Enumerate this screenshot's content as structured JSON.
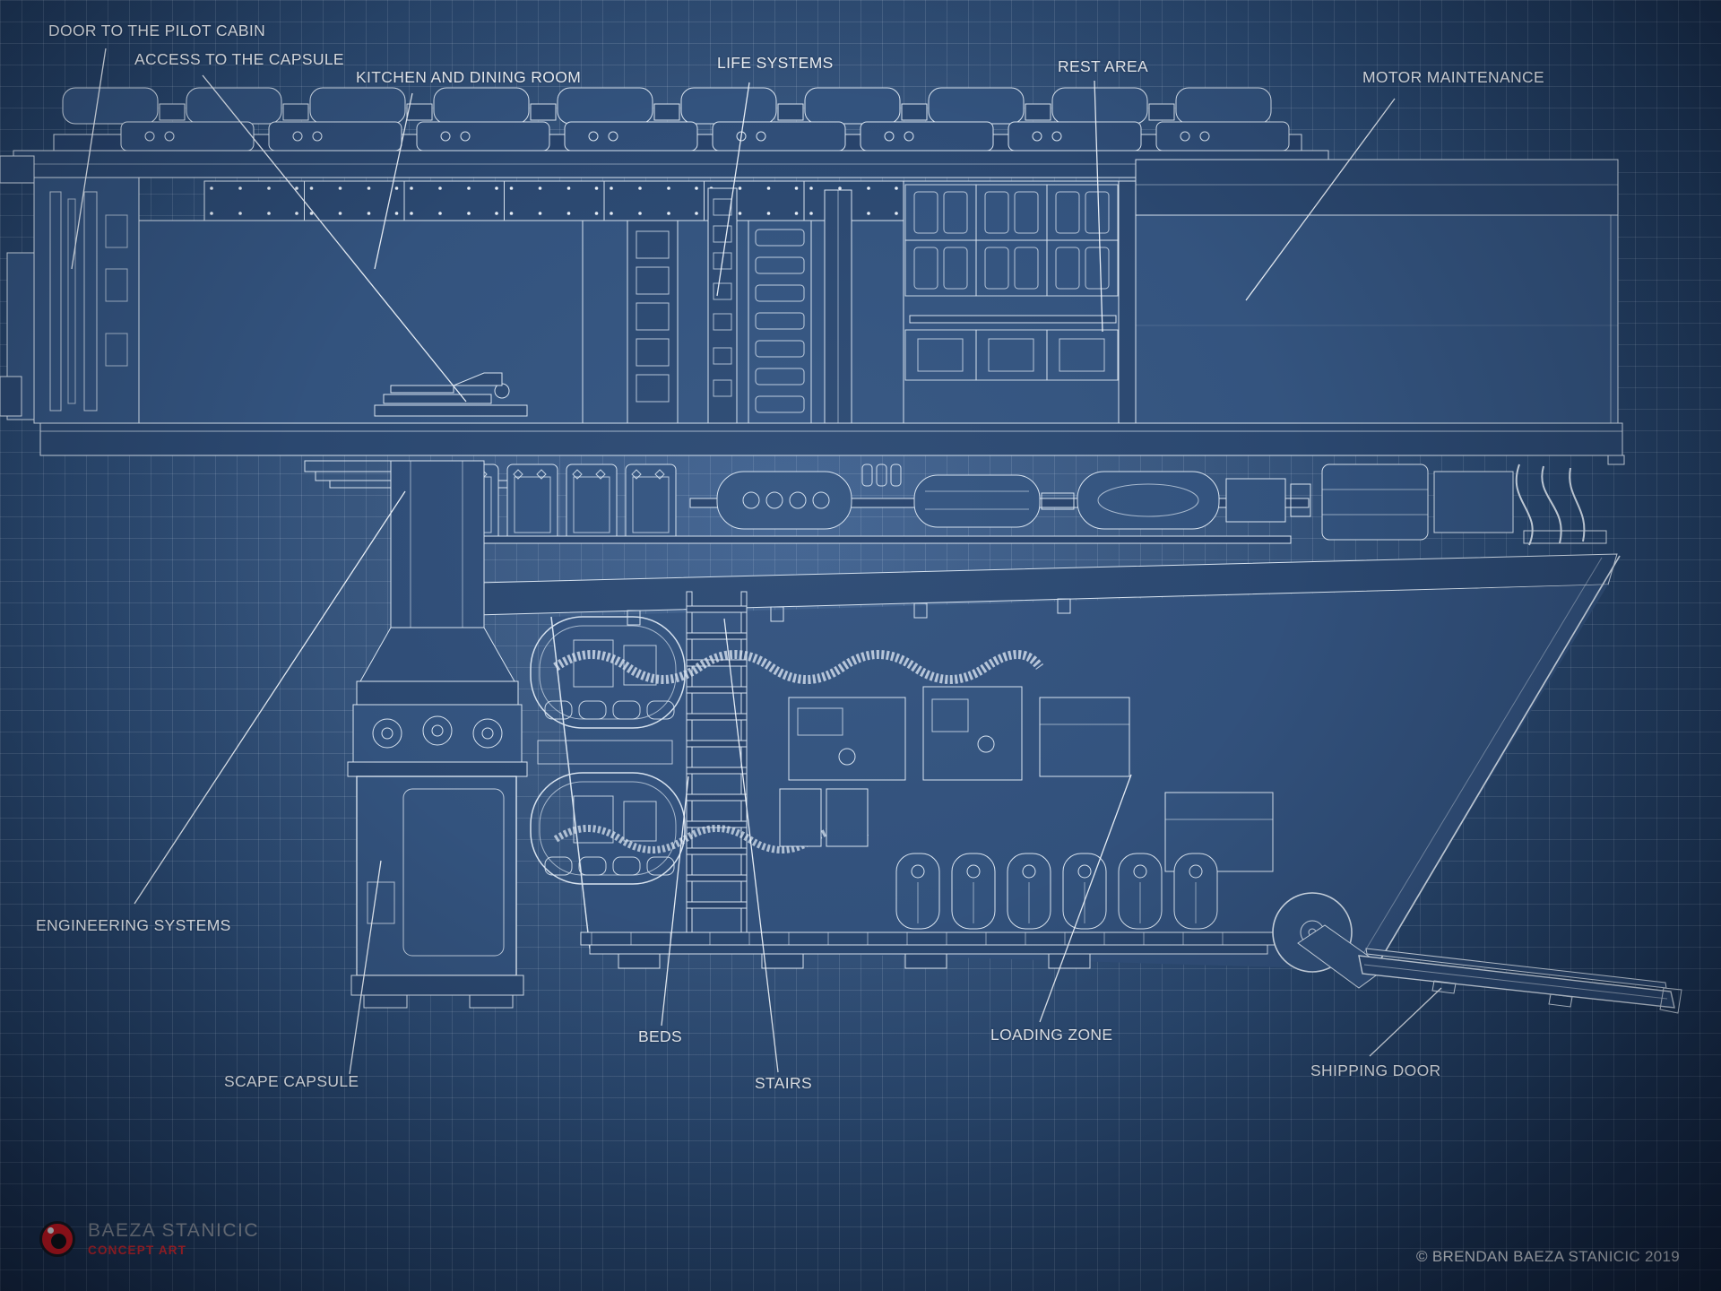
{
  "title": "Spaceship cross-section blueprint concept art",
  "palette": {
    "background_center": "#41628f",
    "background_edge": "#13233d",
    "grid_line": "#cddaeb",
    "line_ink": "#d9e4f0",
    "label_text": "#f0f4f9",
    "logo_red": "#e0151b",
    "brand_gray": "#8a9099"
  },
  "annotations": [
    {
      "id": "door-to-pilot-cabin",
      "text": "DOOR TO THE PILOT CABIN"
    },
    {
      "id": "access-to-the-capsule",
      "text": "ACCESS TO THE CAPSULE"
    },
    {
      "id": "kitchen-and-dining",
      "text": "KITCHEN AND DINING ROOM"
    },
    {
      "id": "life-systems",
      "text": "LIFE SYSTEMS"
    },
    {
      "id": "rest-area",
      "text": "REST AREA"
    },
    {
      "id": "motor-maintenance",
      "text": "MOTOR MAINTENANCE"
    },
    {
      "id": "engineering-systems",
      "text": "ENGINEERING SYSTEMS"
    },
    {
      "id": "scape-capsule",
      "text": "SCAPE CAPSULE"
    },
    {
      "id": "beds",
      "text": "BEDS"
    },
    {
      "id": "stairs",
      "text": "STAIRS"
    },
    {
      "id": "loading-zone",
      "text": "LOADING ZONE"
    },
    {
      "id": "shipping-door",
      "text": "SHIPPING DOOR"
    }
  ],
  "branding": {
    "studio": "BAEZA STANICIC",
    "tagline": "CONCEPT ART"
  },
  "copyright": "© BRENDAN BAEZA STANICIC 2019"
}
